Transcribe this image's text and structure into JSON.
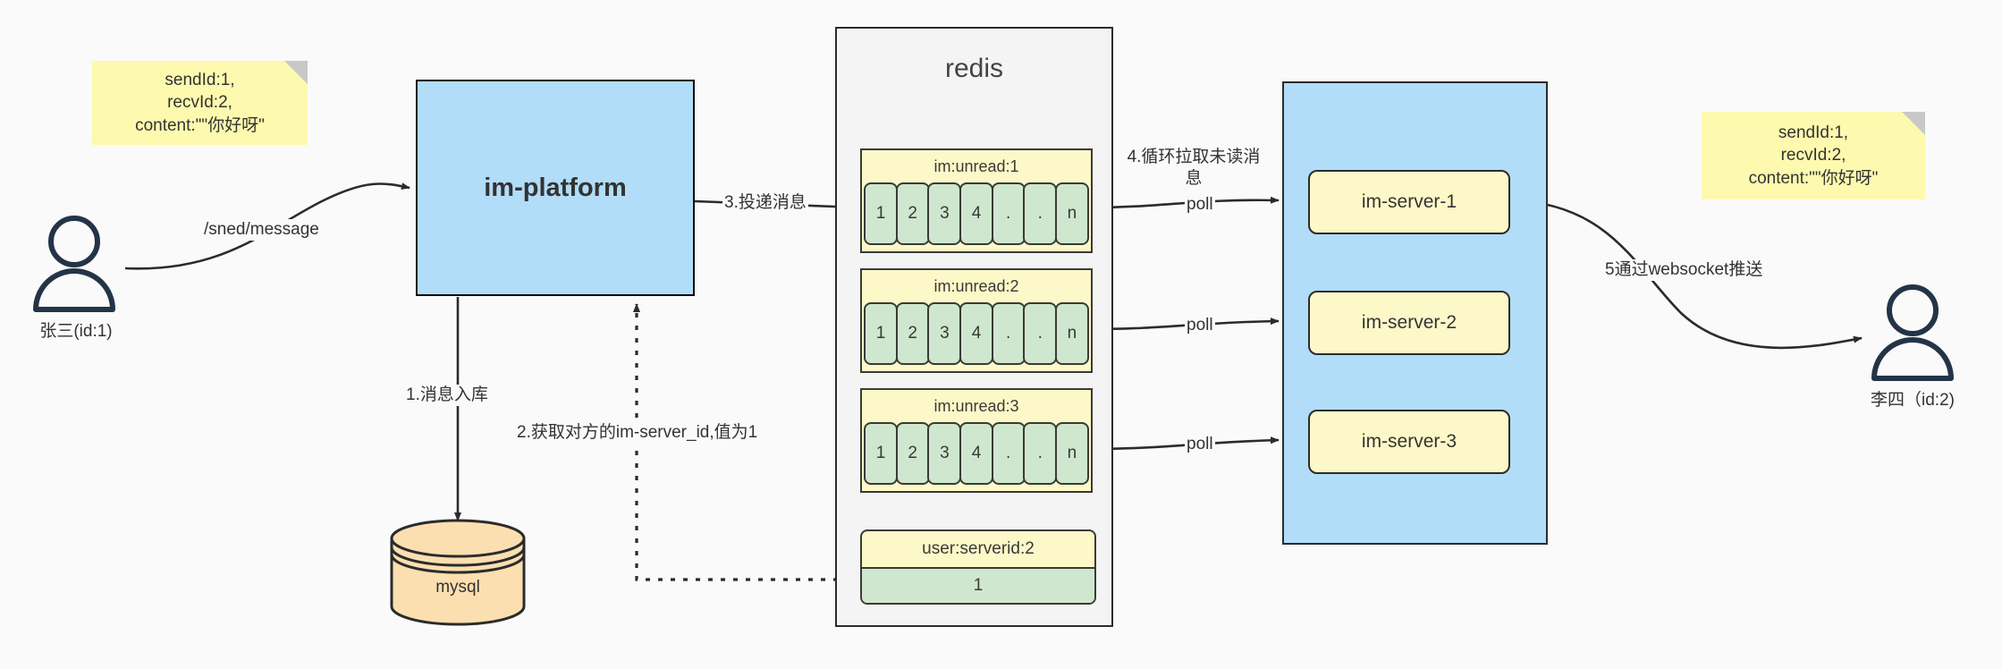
{
  "diagram": {
    "title": "IM message delivery architecture",
    "colors": {
      "note_yellow": "#fdf9ae",
      "box_blue": "#b1ddf8",
      "cell_green": "#cfe7cf",
      "key_yellow": "#fdf8c8",
      "mysql_orange": "#fcdfb0",
      "stroke": "#2b2b2b",
      "background": "#fafafa"
    },
    "left_note": {
      "name": "message-payload-note-left",
      "text": "sendId:1,\nrecvId:2,\ncontent:\"\"你好呀\""
    },
    "right_note": {
      "name": "message-payload-note-right",
      "text": "sendId:1,\nrecvId:2,\ncontent:\"\"你好呀\""
    },
    "sender": {
      "icon": "person-icon",
      "caption": "张三(id:1)"
    },
    "receiver": {
      "icon": "person-icon",
      "caption": "李四（id:2)"
    },
    "platform": {
      "label": "im-platform"
    },
    "database": {
      "label": "mysql",
      "icon": "database-cylinder-icon"
    },
    "redis": {
      "title": "redis",
      "key_groups": [
        {
          "key": "im:unread:1",
          "cells": [
            "1",
            "2",
            "3",
            "4",
            ".",
            ".",
            "n"
          ]
        },
        {
          "key": "im:unread:2",
          "cells": [
            "1",
            "2",
            "3",
            "4",
            ".",
            ".",
            "n"
          ]
        },
        {
          "key": "im:unread:3",
          "cells": [
            "1",
            "2",
            "3",
            "4",
            ".",
            ".",
            "n"
          ]
        }
      ],
      "kv": {
        "key": "user:serverid:2",
        "value": "1"
      }
    },
    "servers": [
      {
        "label": "im-server-1"
      },
      {
        "label": "im-server-2"
      },
      {
        "label": "im-server-3"
      }
    ],
    "edges": [
      {
        "id": "send",
        "label": "/sned/message"
      },
      {
        "id": "store",
        "label": "1.消息入库"
      },
      {
        "id": "lookup",
        "label": "2.获取对方的im-server_id,值为1"
      },
      {
        "id": "deliver",
        "label": "3.投递消息"
      },
      {
        "id": "pull",
        "label": "4.循环拉取未读消\n息"
      },
      {
        "id": "poll1",
        "label": "poll"
      },
      {
        "id": "poll2",
        "label": "poll"
      },
      {
        "id": "poll3",
        "label": "poll"
      },
      {
        "id": "push",
        "label": "5通过websocket推送"
      }
    ]
  }
}
